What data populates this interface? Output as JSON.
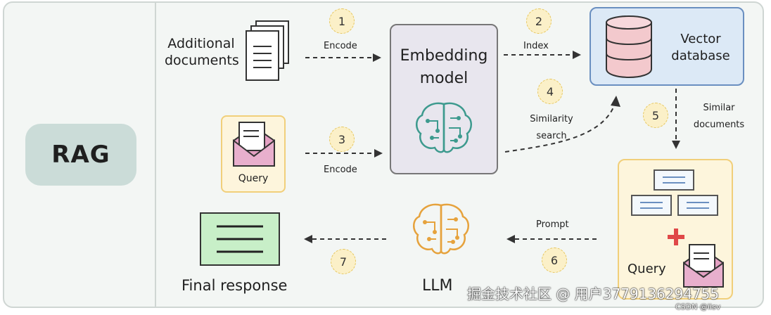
{
  "rag_label": "RAG",
  "steps": {
    "s1": {
      "num": "1",
      "label": "Encode"
    },
    "s2": {
      "num": "2",
      "label": "Index"
    },
    "s3": {
      "num": "3",
      "label": "Encode"
    },
    "s4": {
      "num": "4",
      "label_line1": "Similarity",
      "label_line2": "search"
    },
    "s5": {
      "num": "5",
      "label_line1": "Similar",
      "label_line2": "documents"
    },
    "s6": {
      "num": "6",
      "label": "Prompt"
    },
    "s7": {
      "num": "7"
    }
  },
  "nodes": {
    "additional_docs": {
      "line1": "Additional",
      "line2": "documents"
    },
    "embedding_model": {
      "line1": "Embedding",
      "line2": "model"
    },
    "vector_db": {
      "line1": "Vector",
      "line2": "database"
    },
    "query_in": {
      "label": "Query"
    },
    "query_out": {
      "label": "Query"
    },
    "llm": {
      "label": "LLM"
    },
    "final_response": {
      "label": "Final response"
    }
  },
  "watermark": {
    "main": "掘金技术社区 @ 用户3779136294755",
    "corner": "CSDN @iisv"
  },
  "colors": {
    "rag_bg": "#cbdcd8",
    "step_badge": "#fbf0c8",
    "vector_box": "#dce9f6",
    "query_box": "#fdf5dc",
    "final_box": "#c8efc8",
    "plus_sign": "#e04848",
    "envelope": "#e3a0c2"
  },
  "icons": [
    "document-stack-icon",
    "envelope-query-icon",
    "brain-circuit-icon",
    "database-cylinder-icon",
    "plus-icon",
    "text-lines-icon"
  ]
}
